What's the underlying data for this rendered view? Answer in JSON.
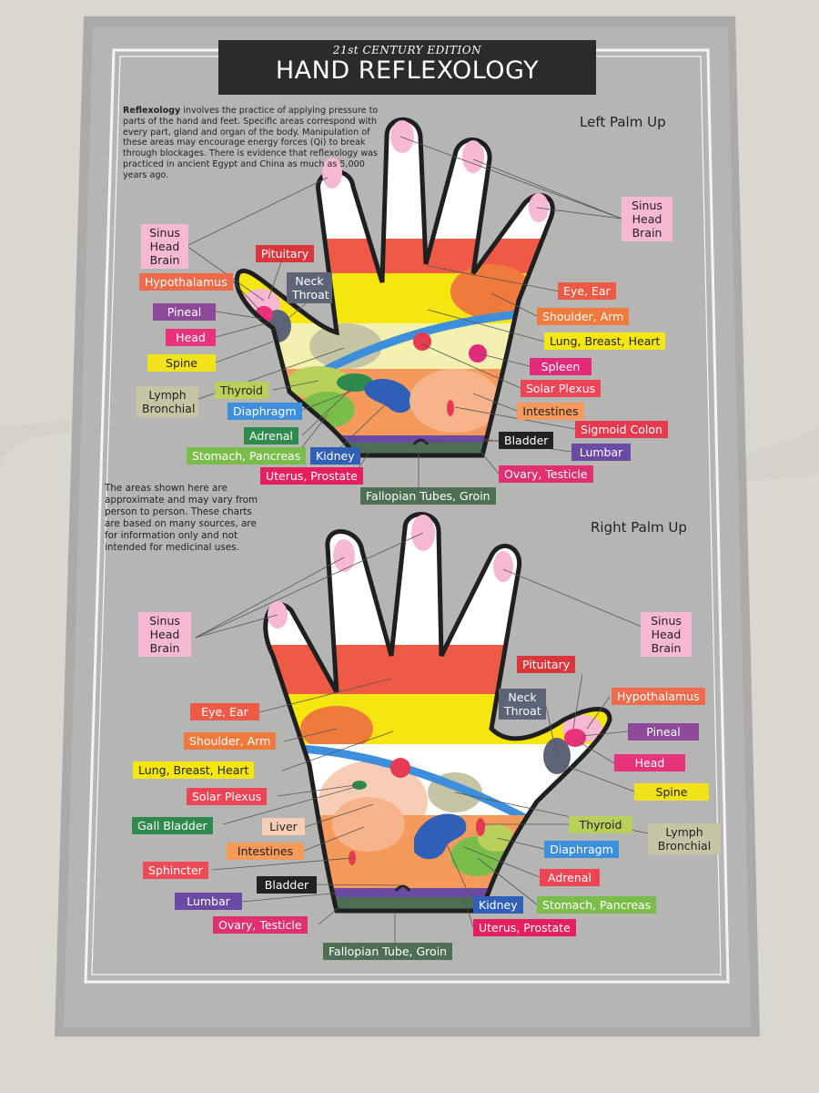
{
  "header": {
    "edition": "21st CENTURY EDITION",
    "title": "HAND REFLEXOLOGY"
  },
  "intro": {
    "lead": "Reflexology",
    "text": " involves the practice of applying pressure to parts of the hand and feet. Specific areas correspond with every part, gland and organ of the body. Manipulation of these areas may encourage energy forces (Qi) to break through blockages. There is evidence that reflexology was practiced in ancient Egypt and China as much as 5,000 years ago."
  },
  "disclaimer": "The areas shown here are approximate and may vary from person to person. These charts are based on many sources, are for information only and not intended for medicinal uses.",
  "left_hand": {
    "heading": "Left Palm Up",
    "labels": {
      "sinus_left": "Sinus\nHead\nBrain",
      "sinus_right": "Sinus\nHead\nBrain",
      "pituitary": "Pituitary",
      "hypothalamus": "Hypothalamus",
      "neck_throat": "Neck\nThroat",
      "pineal": "Pineal",
      "head": "Head",
      "spine": "Spine",
      "lymph": "Lymph\nBronchial",
      "thyroid": "Thyroid",
      "diaphragm": "Diaphragm",
      "adrenal": "Adrenal",
      "stomach": "Stomach, Pancreas",
      "kidney": "Kidney",
      "uterus": "Uterus, Prostate",
      "fallopian": "Fallopian Tubes, Groin",
      "eye_ear": "Eye, Ear",
      "shoulder": "Shoulder, Arm",
      "lung": "Lung, Breast, Heart",
      "spleen": "Spleen",
      "solar": "Solar Plexus",
      "intestines": "Intestines",
      "sigmoid": "Sigmoid Colon",
      "bladder": "Bladder",
      "lumbar": "Lumbar",
      "ovary": "Ovary, Testicle"
    }
  },
  "right_hand": {
    "heading": "Right Palm Up",
    "labels": {
      "sinus_left": "Sinus\nHead\nBrain",
      "sinus_right": "Sinus\nHead\nBrain",
      "pituitary": "Pituitary",
      "hypothalamus": "Hypothalamus",
      "neck_throat": "Neck\nThroat",
      "pineal": "Pineal",
      "head": "Head",
      "spine": "Spine",
      "lymph": "Lymph\nBronchial",
      "thyroid": "Thyroid",
      "diaphragm": "Diaphragm",
      "adrenal": "Adrenal",
      "stomach": "Stomach, Pancreas",
      "kidney": "Kidney",
      "uterus": "Uterus, Prostate",
      "fallopian": "Fallopian Tube, Groin",
      "eye_ear": "Eye, Ear",
      "shoulder": "Shoulder, Arm",
      "lung": "Lung, Breast, Heart",
      "solar": "Solar Plexus",
      "gall": "Gall Bladder",
      "liver": "Liver",
      "intestines": "Intestines",
      "sphincter": "Sphincter",
      "bladder": "Bladder",
      "lumbar": "Lumbar",
      "ovary": "Ovary, Testicle"
    }
  },
  "colors": {
    "sinus": "#f6b8d2",
    "pituitary": "#d9373c",
    "hypothalamus": "#ef6b4c",
    "neck": "#5d6477",
    "pineal": "#8e4a9a",
    "head": "#e8327c",
    "spine": "#f2e21a",
    "lymph": "#c5c4a4",
    "thyroid": "#b9d15b",
    "diaphragm": "#3d8fdc",
    "adrenal": "#2f8a4d",
    "stomach": "#7bbd4a",
    "kidney": "#2f5fb7",
    "uterus": "#e5205e",
    "fallopian": "#4f6f55",
    "eye": "#ee5a45",
    "shoulder": "#f07a3c",
    "lung": "#f4e60e",
    "spleen": "#e22a7b",
    "solar": "#ef4456",
    "intestines": "#f59a5a",
    "sigmoid": "#e53a50",
    "bladder": "#222222",
    "lumbar": "#6b4aa3",
    "ovary": "#e03070",
    "gall": "#2f8a4d",
    "liver": "#f8cdb6",
    "sphincter": "#ef4a56"
  }
}
